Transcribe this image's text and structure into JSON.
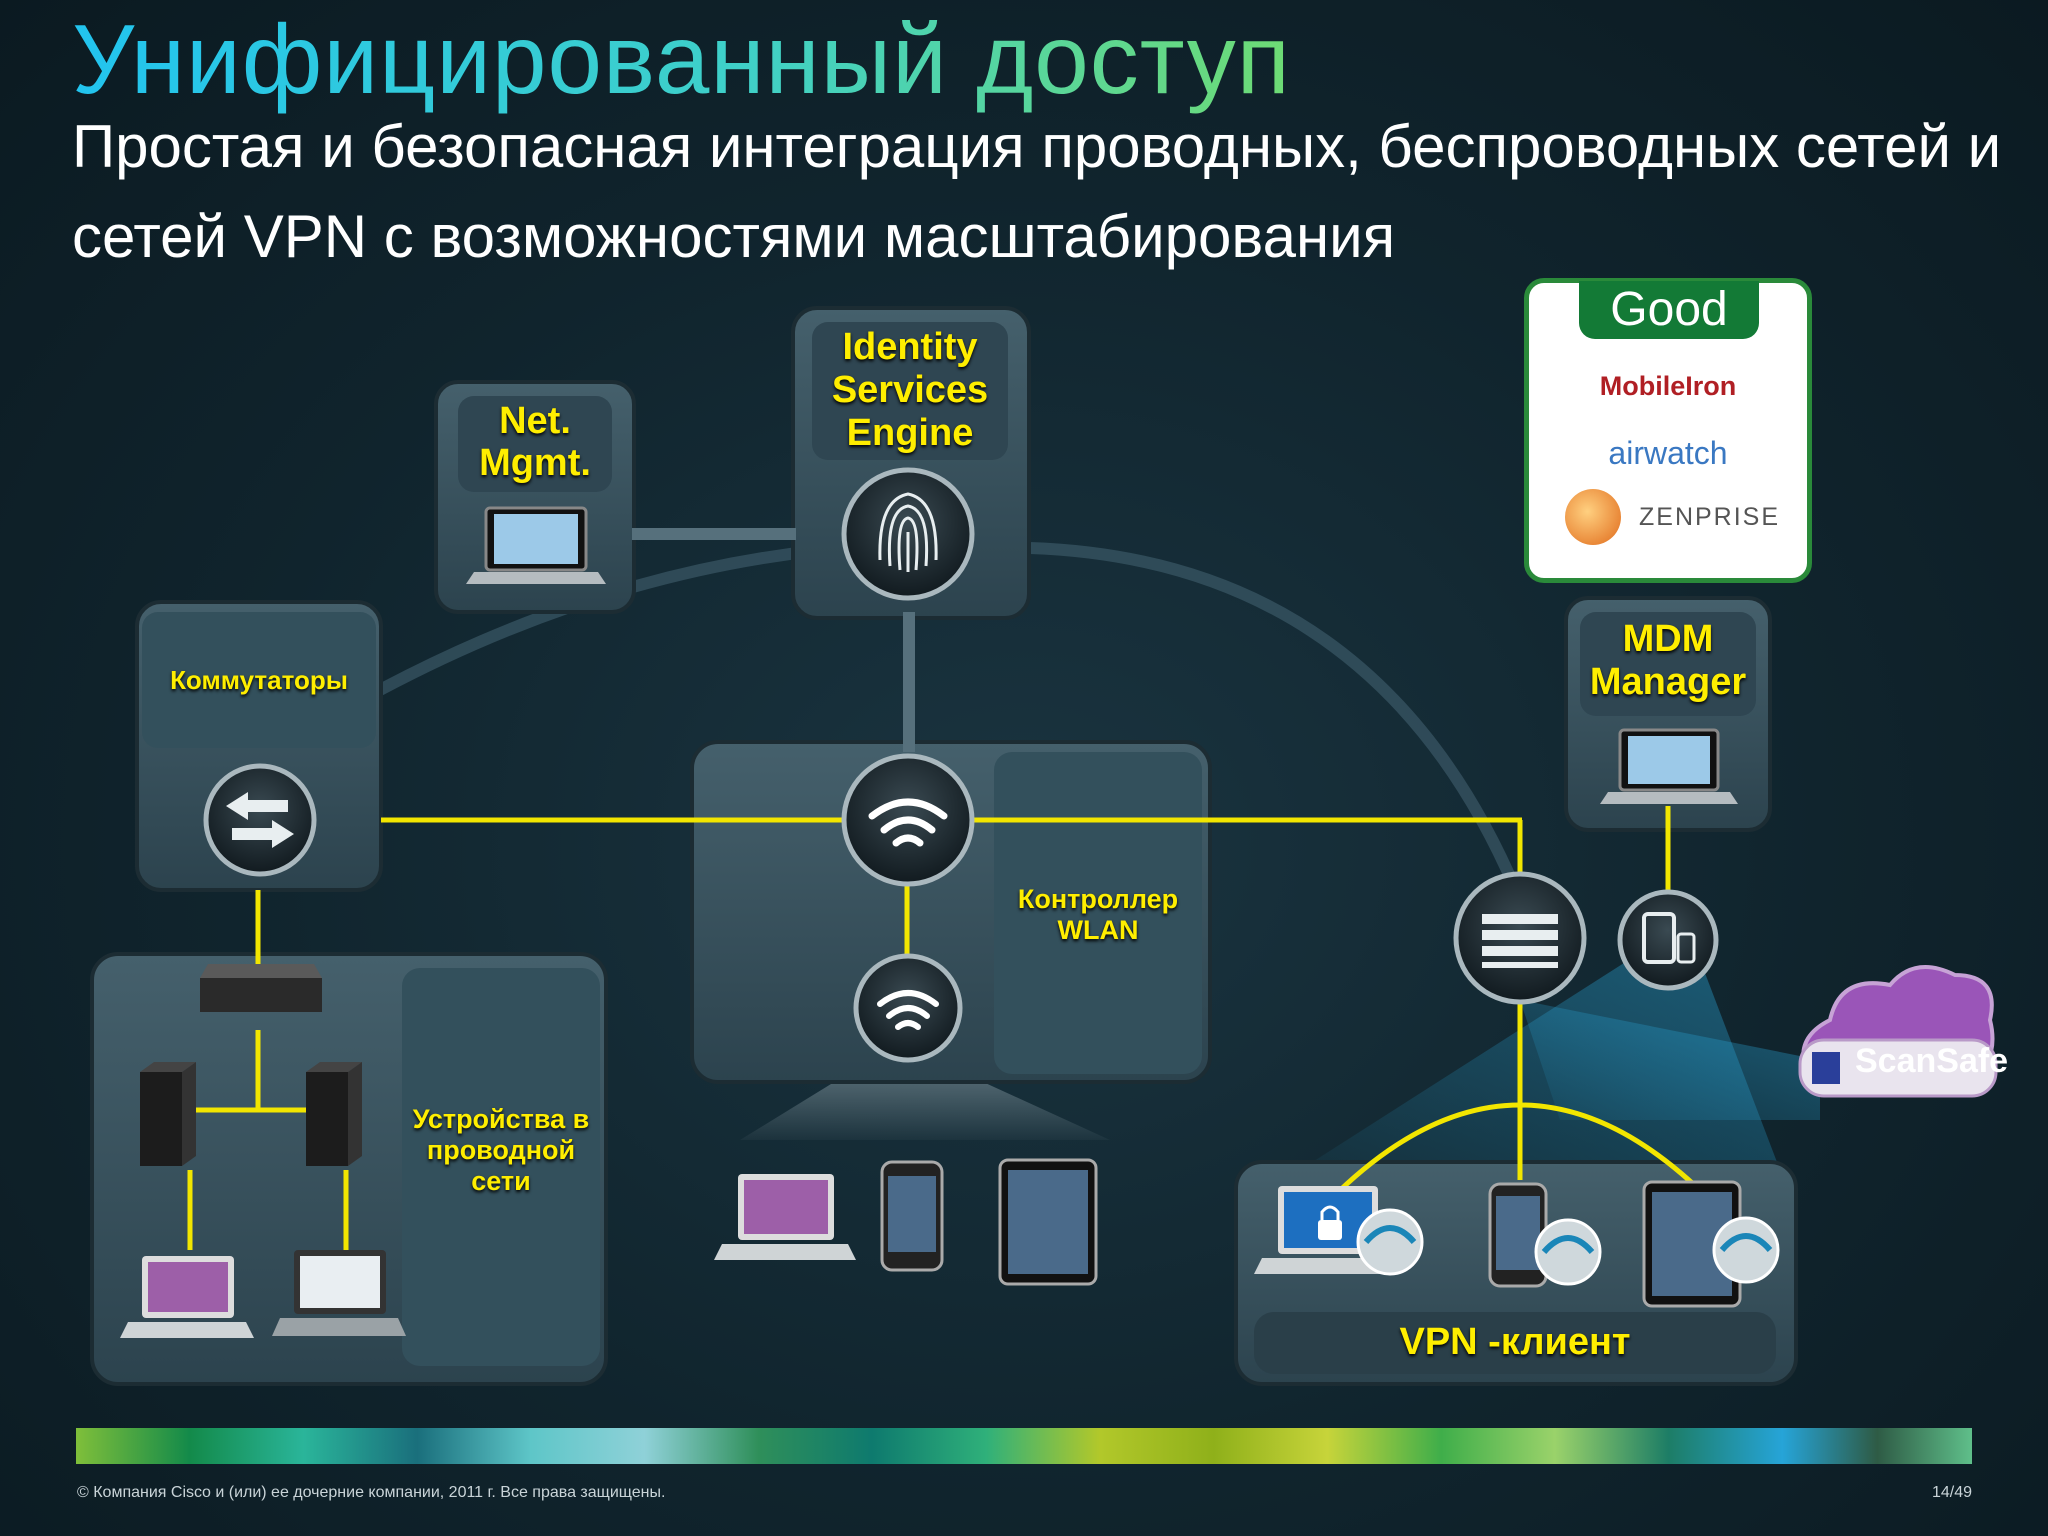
{
  "title": "Унифицированный доступ",
  "subtitle": "Простая и безопасная интеграция проводных, беспроводных сетей и сетей VPN с возможностями масштабирования",
  "nodes": {
    "net_mgmt": "Net. Mgmt.",
    "ise": "Identity Services Engine",
    "switches": "Коммутаторы",
    "wlan_controller": "Контроллер WLAN",
    "wired_devices": "Устройства в проводной сети",
    "mdm_manager": "MDM Manager",
    "vpn_client": "VPN -клиент"
  },
  "mdm_vendors": {
    "header": "Good",
    "mobileiron": "MobileIron",
    "airwatch": "airwatch",
    "zenprise": "ZENPRISE"
  },
  "scansafe": "ScanSafe",
  "footer": {
    "copyright": "© Компания Cisco и (или) ее дочерние компании, 2011 г. Все права защищены.",
    "page": "14/49"
  },
  "colors": {
    "link": "#f2e600",
    "label": "#ffee00",
    "panel": "#3a5360"
  }
}
